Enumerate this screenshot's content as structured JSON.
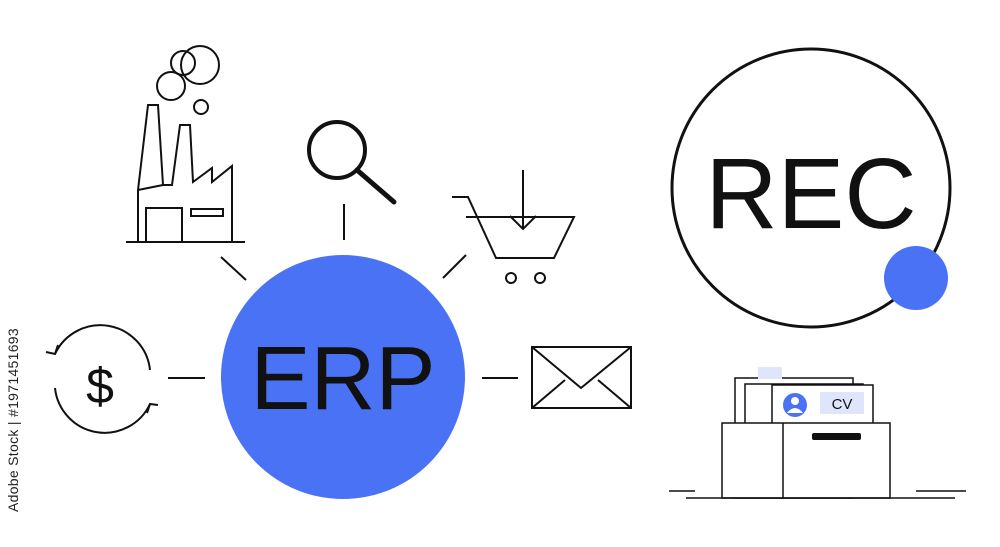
{
  "hub": {
    "label": "ERP"
  },
  "record": {
    "label": "REC"
  },
  "resume": {
    "label": "CV"
  },
  "side_caption": "Adobe Stock | #1971451693",
  "colors": {
    "accent": "#4a72f5",
    "stroke": "#111111",
    "background": "#ffffff",
    "tab": "#dfe6fb"
  },
  "icons": [
    "factory-icon",
    "search-icon",
    "cart-download-icon",
    "money-cycle-icon",
    "envelope-icon",
    "file-box-icon",
    "user-icon"
  ]
}
